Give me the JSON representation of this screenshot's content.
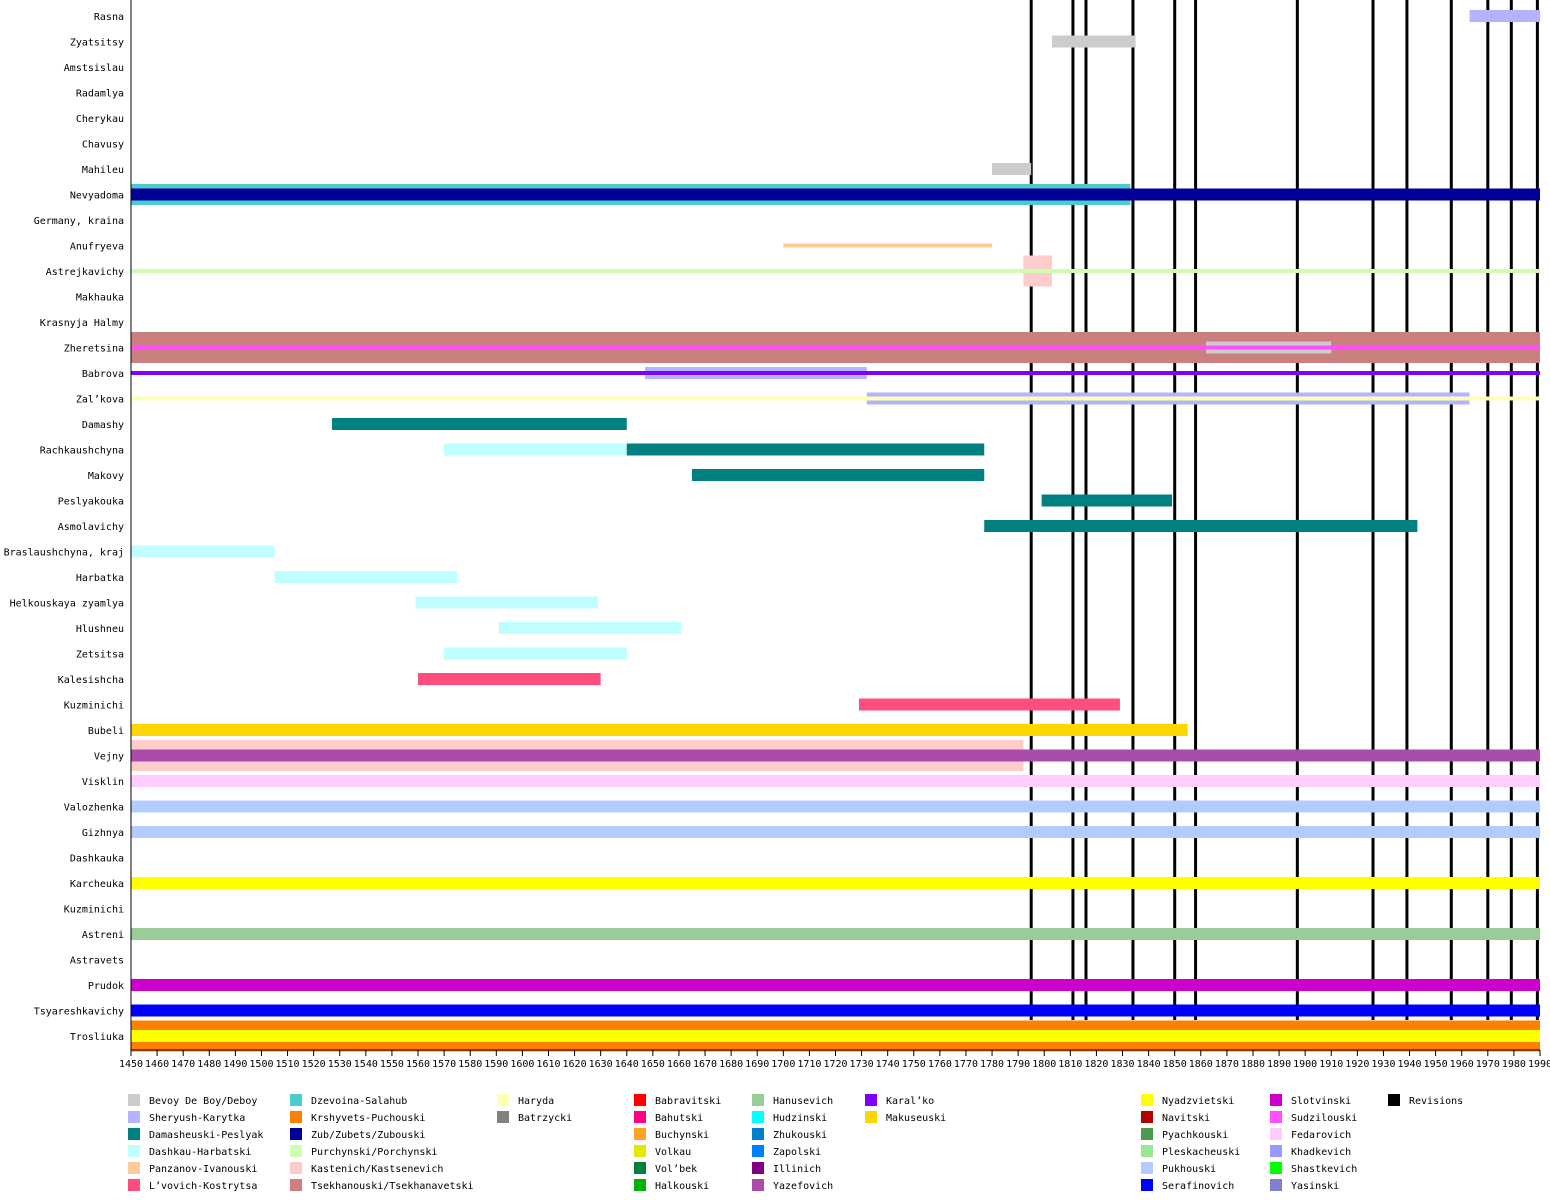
{
  "chart_data": {
    "type": "timeline",
    "title": "",
    "xlabel": "",
    "ylabel": "",
    "xlim": [
      1450,
      1990
    ],
    "x_ticks": [
      1450,
      1460,
      1470,
      1480,
      1490,
      1500,
      1510,
      1520,
      1530,
      1540,
      1550,
      1560,
      1570,
      1580,
      1590,
      1600,
      1610,
      1620,
      1630,
      1640,
      1650,
      1660,
      1670,
      1680,
      1690,
      1700,
      1710,
      1720,
      1730,
      1740,
      1750,
      1760,
      1770,
      1780,
      1790,
      1800,
      1810,
      1820,
      1830,
      1840,
      1850,
      1860,
      1870,
      1880,
      1890,
      1900,
      1910,
      1920,
      1930,
      1940,
      1950,
      1960,
      1970,
      1980,
      1990
    ],
    "grid": false,
    "legend_position": "bottom",
    "revisions": [
      1795,
      1811,
      1816,
      1834,
      1850,
      1858,
      1897,
      1926,
      1939,
      1956,
      1970,
      1979,
      1989
    ],
    "revision_color": "#000000",
    "legend": [
      {
        "name": "Bevoy De Boy/Deboy",
        "color": "#cccccc",
        "col": 0
      },
      {
        "name": "Sheryush-Karytka",
        "color": "#b3b3ff",
        "col": 0
      },
      {
        "name": "Damasheuski-Peslyak",
        "color": "#008080",
        "col": 0
      },
      {
        "name": "Dashkau-Harbatski",
        "color": "#bfffff",
        "col": 0
      },
      {
        "name": "Panzanov-Ivanouski",
        "color": "#ffcc99",
        "col": 0
      },
      {
        "name": "L’vovich-Kostrytsa",
        "color": "#ff4d80",
        "col": 0
      },
      {
        "name": "Dzevoina-Salahub",
        "color": "#4dcccc",
        "col": 1
      },
      {
        "name": "Krshyvets-Puchouski",
        "color": "#ff8000",
        "col": 1
      },
      {
        "name": "Zub/Zubets/Zubouski",
        "color": "#000099",
        "col": 1
      },
      {
        "name": "Purchynski/Porchynski",
        "color": "#ccffb3",
        "col": 1
      },
      {
        "name": "Kastenich/Kastsenevich",
        "color": "#ffcccc",
        "col": 1
      },
      {
        "name": "Tsekhanouski/Tsekhanavetski",
        "color": "#cc7f7f",
        "col": 1
      },
      {
        "name": "Haryda",
        "color": "#ffffb3",
        "col": 2
      },
      {
        "name": "Batrzycki",
        "color": "#808080",
        "col": 2
      },
      {
        "name": "Babravitski",
        "color": "#ff0000",
        "col": 3
      },
      {
        "name": "Bahutski",
        "color": "#ff0080",
        "col": 3
      },
      {
        "name": "Buchynski",
        "color": "#ffa028",
        "col": 3
      },
      {
        "name": "Volkau",
        "color": "#e6e600",
        "col": 3
      },
      {
        "name": "Vol’bek",
        "color": "#008040",
        "col": 3
      },
      {
        "name": "Halkouski",
        "color": "#00b300",
        "col": 3
      },
      {
        "name": "Hanusevich",
        "color": "#99cc99",
        "col": 4
      },
      {
        "name": "Hudzinski",
        "color": "#00ffff",
        "col": 4
      },
      {
        "name": "Zhukouski",
        "color": "#0080cc",
        "col": 4
      },
      {
        "name": "Zapolski",
        "color": "#0080ff",
        "col": 4
      },
      {
        "name": "Illinich",
        "color": "#800080",
        "col": 4
      },
      {
        "name": "Yazefovich",
        "color": "#aa4daa",
        "col": 4
      },
      {
        "name": "Karal’ko",
        "color": "#8000ff",
        "col": 5
      },
      {
        "name": "Makuseuski",
        "color": "#ffd700",
        "col": 5
      },
      {
        "name": "Nyadzvietski",
        "color": "#ffff00",
        "col": 6
      },
      {
        "name": "Navitski",
        "color": "#b30000",
        "col": 6
      },
      {
        "name": "Pyachkouski",
        "color": "#4d994d",
        "col": 6
      },
      {
        "name": "Pleskacheuski",
        "color": "#99e699",
        "col": 6
      },
      {
        "name": "Pukhouski",
        "color": "#b3ccff",
        "col": 6
      },
      {
        "name": "Serafinovich",
        "color": "#0000ff",
        "col": 6
      },
      {
        "name": "Slotvinski",
        "color": "#cc00cc",
        "col": 7
      },
      {
        "name": "Sudzilouski",
        "color": "#ff4dff",
        "col": 7
      },
      {
        "name": "Fedarovich",
        "color": "#ffccff",
        "col": 7
      },
      {
        "name": "Khadkevich",
        "color": "#9999ff",
        "col": 7
      },
      {
        "name": "Shastkevich",
        "color": "#00ff00",
        "col": 7
      },
      {
        "name": "Yasinski",
        "color": "#8080cc",
        "col": 7
      },
      {
        "name": "Revisions",
        "color": "#000000",
        "col": 8
      }
    ],
    "rows": [
      {
        "label": "Rasna",
        "bars": [
          {
            "start": 1963,
            "end": 1990,
            "color": "#b3b3ff",
            "style": "bar"
          }
        ]
      },
      {
        "label": "Zyatsitsy",
        "bars": [
          {
            "start": 1803,
            "end": 1835,
            "color": "#cccccc",
            "style": "bar"
          }
        ]
      },
      {
        "label": "Amstsislau",
        "bars": []
      },
      {
        "label": "Radamlya",
        "bars": []
      },
      {
        "label": "Cherykau",
        "bars": []
      },
      {
        "label": "Chavusy",
        "bars": []
      },
      {
        "label": "Mahileu",
        "bars": [
          {
            "start": 1780,
            "end": 1795,
            "color": "#cccccc",
            "style": "bar"
          }
        ]
      },
      {
        "label": "Nevyadoma",
        "bars": [
          {
            "start": 1450,
            "end": 1833,
            "color": "#4dcccc",
            "style": "medium"
          },
          {
            "start": 1450,
            "end": 1990,
            "color": "#000099",
            "style": "bar"
          }
        ]
      },
      {
        "label": "Germany, kraina",
        "bars": []
      },
      {
        "label": "Anufryeva",
        "bars": [
          {
            "start": 1700,
            "end": 1780,
            "color": "#ffcc99",
            "style": "line"
          }
        ]
      },
      {
        "label": "Astrejkavichy",
        "bars": [
          {
            "start": 1792,
            "end": 1803,
            "color": "#ffcccc",
            "style": "wide"
          },
          {
            "start": 1450,
            "end": 1990,
            "color": "#ccffb3",
            "style": "line"
          }
        ]
      },
      {
        "label": "Makhauka",
        "bars": []
      },
      {
        "label": "Krasnyja Halmy",
        "bars": []
      },
      {
        "label": "Zheretsina",
        "bars": [
          {
            "start": 1450,
            "end": 1990,
            "color": "#cc7f7f",
            "style": "wide"
          },
          {
            "start": 1862,
            "end": 1910,
            "color": "#cccccc",
            "style": "bar"
          },
          {
            "start": 1450,
            "end": 1990,
            "color": "#ff4dff",
            "style": "line"
          }
        ]
      },
      {
        "label": "Babrova",
        "bars": [
          {
            "start": 1647,
            "end": 1732,
            "color": "#b3b3ff",
            "style": "bar"
          },
          {
            "start": 1450,
            "end": 1990,
            "color": "#8000ff",
            "style": "line"
          }
        ]
      },
      {
        "label": "Zal’kova",
        "bars": [
          {
            "start": 1732,
            "end": 1963,
            "color": "#b3b3ff",
            "style": "bar"
          },
          {
            "start": 1450,
            "end": 1990,
            "color": "#ffffb3",
            "style": "line"
          }
        ]
      },
      {
        "label": "Damashy",
        "bars": [
          {
            "start": 1527,
            "end": 1640,
            "color": "#008080",
            "style": "bar"
          }
        ]
      },
      {
        "label": "Rachkaushchyna",
        "bars": [
          {
            "start": 1570,
            "end": 1640,
            "color": "#bfffff",
            "style": "bar"
          },
          {
            "start": 1640,
            "end": 1777,
            "color": "#008080",
            "style": "bar"
          }
        ]
      },
      {
        "label": "Makovy",
        "bars": [
          {
            "start": 1665,
            "end": 1777,
            "color": "#008080",
            "style": "bar"
          }
        ]
      },
      {
        "label": "Peslyakouka",
        "bars": [
          {
            "start": 1799,
            "end": 1849,
            "color": "#008080",
            "style": "bar"
          }
        ]
      },
      {
        "label": "Asmolavichy",
        "bars": [
          {
            "start": 1777,
            "end": 1943,
            "color": "#008080",
            "style": "bar"
          }
        ]
      },
      {
        "label": "Braslaushchyna, kraj",
        "bars": [
          {
            "start": 1450,
            "end": 1505,
            "color": "#bfffff",
            "style": "bar"
          }
        ]
      },
      {
        "label": "Harbatka",
        "bars": [
          {
            "start": 1505,
            "end": 1575,
            "color": "#bfffff",
            "style": "bar"
          }
        ]
      },
      {
        "label": "Helkouskaya zyamlya",
        "bars": [
          {
            "start": 1559,
            "end": 1629,
            "color": "#bfffff",
            "style": "bar"
          }
        ]
      },
      {
        "label": "Hlushneu",
        "bars": [
          {
            "start": 1591,
            "end": 1661,
            "color": "#bfffff",
            "style": "bar"
          }
        ]
      },
      {
        "label": "Zetsitsa",
        "bars": [
          {
            "start": 1570,
            "end": 1640,
            "color": "#bfffff",
            "style": "bar"
          }
        ]
      },
      {
        "label": "Kalesishcha",
        "bars": [
          {
            "start": 1560,
            "end": 1630,
            "color": "#ff4d80",
            "style": "bar"
          }
        ]
      },
      {
        "label": "Kuzminichi",
        "bars": [
          {
            "start": 1729,
            "end": 1829,
            "color": "#ff4d80",
            "style": "bar"
          }
        ]
      },
      {
        "label": "Bubeli",
        "bars": [
          {
            "start": 1450,
            "end": 1855,
            "color": "#ffd700",
            "style": "bar"
          }
        ]
      },
      {
        "label": "Vejny",
        "bars": [
          {
            "start": 1450,
            "end": 1792,
            "color": "#ffcccc",
            "style": "wide"
          },
          {
            "start": 1450,
            "end": 1990,
            "color": "#aa4daa",
            "style": "bar"
          }
        ]
      },
      {
        "label": "Visklin",
        "bars": [
          {
            "start": 1450,
            "end": 1990,
            "color": "#ffccff",
            "style": "bar"
          }
        ]
      },
      {
        "label": "Valozhenka",
        "bars": [
          {
            "start": 1450,
            "end": 1990,
            "color": "#b3ccff",
            "style": "bar"
          }
        ]
      },
      {
        "label": "Gizhnya",
        "bars": [
          {
            "start": 1450,
            "end": 1990,
            "color": "#b3ccff",
            "style": "bar"
          }
        ]
      },
      {
        "label": "Dashkauka",
        "bars": []
      },
      {
        "label": "Karcheuka",
        "bars": [
          {
            "start": 1450,
            "end": 1990,
            "color": "#ffff00",
            "style": "bar"
          }
        ]
      },
      {
        "label": "Kuzminichi",
        "bars": []
      },
      {
        "label": "Astreni",
        "bars": [
          {
            "start": 1450,
            "end": 1990,
            "color": "#99cc99",
            "style": "bar"
          }
        ]
      },
      {
        "label": "Astravets",
        "bars": []
      },
      {
        "label": "Prudok",
        "bars": [
          {
            "start": 1450,
            "end": 1990,
            "color": "#cc00cc",
            "style": "bar"
          }
        ]
      },
      {
        "label": "Tsyareshkavichy",
        "bars": [
          {
            "start": 1450,
            "end": 1990,
            "color": "#0000ff",
            "style": "bar"
          }
        ]
      },
      {
        "label": "Trosliuka",
        "bars": [
          {
            "start": 1450,
            "end": 1990,
            "color": "#ff8000",
            "style": "wide"
          },
          {
            "start": 1450,
            "end": 1990,
            "color": "#ffff00",
            "style": "bar"
          }
        ]
      }
    ]
  }
}
